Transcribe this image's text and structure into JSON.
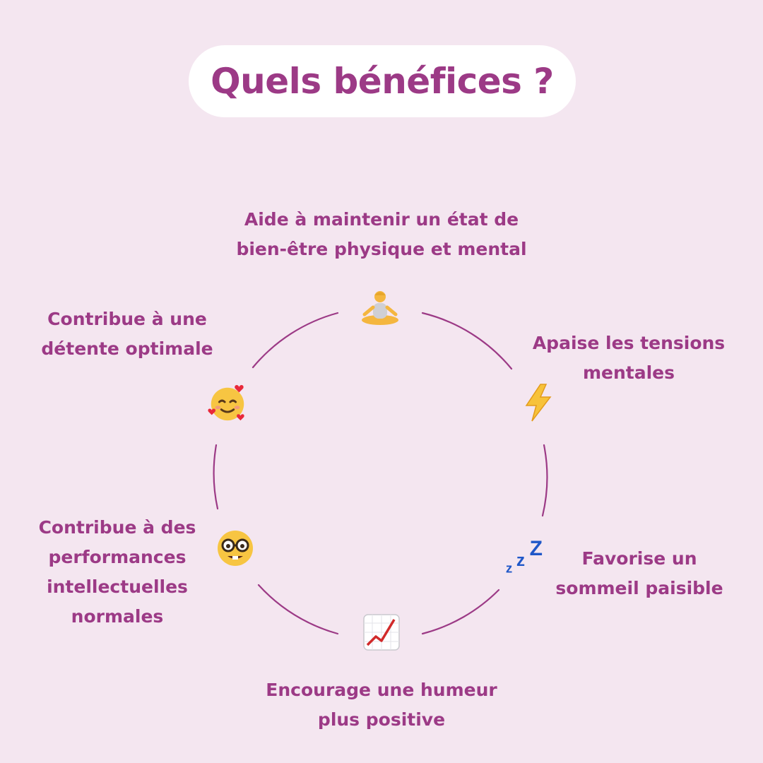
{
  "title": "Quels bénéfices ?",
  "colors": {
    "background": "#f4e6f0",
    "accent": "#9c3a86",
    "pill": "#ffffff"
  },
  "benefits": [
    {
      "icon": "meditation-person-icon",
      "text": "Aide à maintenir un état de\nbien-être physique et mental"
    },
    {
      "icon": "lightning-icon",
      "text": "Apaise les tensions\nmentales"
    },
    {
      "icon": "zzz-sleep-icon",
      "text": "Favorise un\nsommeil paisible"
    },
    {
      "icon": "chart-increasing-icon",
      "text": "Encourage une humeur\nplus positive"
    },
    {
      "icon": "nerd-face-icon",
      "text": "Contribue à des\nperformances\nintellectuelles\nnormales"
    },
    {
      "icon": "smiling-face-with-hearts-icon",
      "text": "Contribue à une\ndétente optimale"
    }
  ]
}
